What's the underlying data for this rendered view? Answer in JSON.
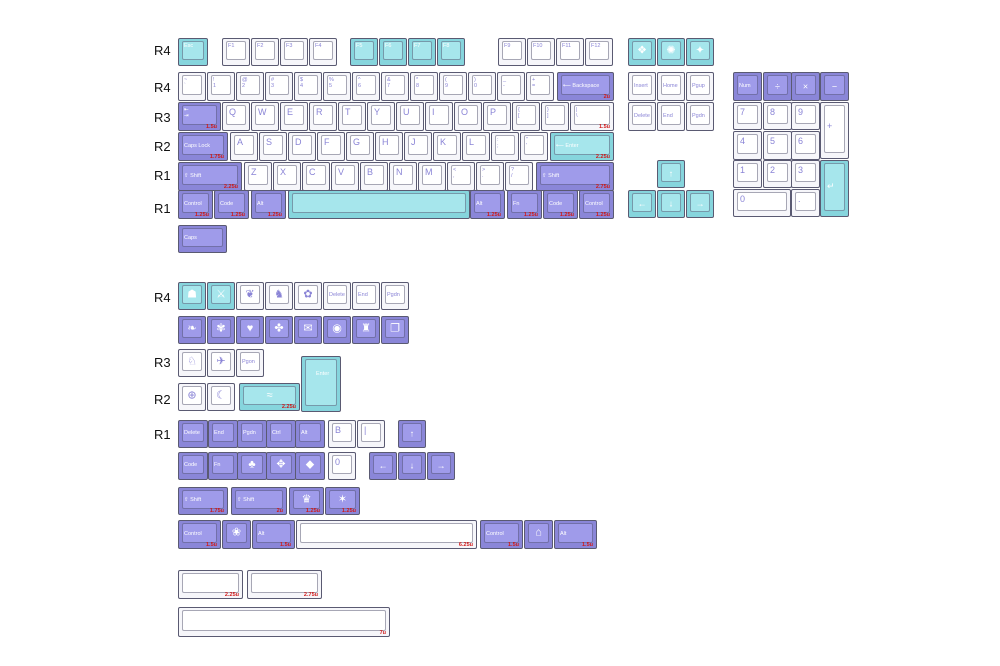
{
  "row_labels": {
    "top": [
      "R4",
      "R4",
      "R3",
      "R2",
      "R1",
      "R1"
    ],
    "bottom": [
      "R4",
      "R3",
      "R2",
      "R1"
    ]
  },
  "keys": {
    "esc": "Esc",
    "f1": "F1",
    "f2": "F2",
    "f3": "F3",
    "f4": "F4",
    "f5": "F5",
    "f6": "F6",
    "f7": "F7",
    "f8": "F8",
    "f9": "F9",
    "f10": "F10",
    "f11": "F11",
    "f12": "F12",
    "tilde": "~\n`",
    "n1": "!\n1",
    "n2": "@\n2",
    "n3": "#\n3",
    "n4": "$\n4",
    "n5": "%\n5",
    "n6": "^\n6",
    "n7": "&\n7",
    "n8": "*\n8",
    "n9": "(\n9",
    "n0": ")\n0",
    "minus": "_\n-",
    "equal": "+\n=",
    "backspace": "⟵ Backspace",
    "insert": "Insert",
    "home": "Home",
    "pgup": "Pgup",
    "delete": "Delete",
    "end": "End",
    "pgdn": "Pgdn",
    "num": "Num",
    "kp_div": "÷",
    "kp_mul": "×",
    "kp_minus": "−",
    "tab": "⇤\n⇥",
    "q": "Q",
    "w": "W",
    "e": "E",
    "r": "R",
    "t": "T",
    "y": "Y",
    "u": "U",
    "i": "I",
    "o": "O",
    "p": "P",
    "lbracket": "{\n[",
    "rbracket": "}\n]",
    "backslash": "|\n\\",
    "kp7": "7",
    "kp8": "8",
    "kp9": "9",
    "kp_plus": "+",
    "capslock": "Caps Lock",
    "a": "A",
    "s": "S",
    "d": "D",
    "f": "F",
    "g": "G",
    "h": "H",
    "j": "J",
    "k": "K",
    "l": "L",
    "semicolon": ":\n;",
    "quote": "\"\n'",
    "enter": "⟵ Enter",
    "kp4": "4",
    "kp5": "5",
    "kp6": "6",
    "lshift": "⇧ Shift",
    "z": "Z",
    "x": "X",
    "c": "C",
    "v": "V",
    "b": "B",
    "n": "N",
    "m": "M",
    "comma": "<\n,",
    "period": ">\n.",
    "slash": "?\n/",
    "rshift": "⇧ Shift",
    "up": "↑",
    "kp1": "1",
    "kp2": "2",
    "kp3": "3",
    "kp_enter": "↵",
    "control": "Control",
    "code": "Code",
    "alt": "Alt",
    "fn": "Fn",
    "left": "←",
    "down": "↓",
    "right": "→",
    "kp0": "0",
    "kp_dot": ".",
    "caps": "Caps",
    "x_delete": "Delete",
    "x_end": "End",
    "x_pgdn": "Pgdn",
    "x_pgon": "Pgon",
    "x_enter": "Enter",
    "x_delete2": "Delete",
    "x_end2": "End",
    "x_pgdn2": "Pgdn",
    "x_ctrl": "Ctrl",
    "x_alt": "Alt",
    "x_b": "B",
    "x_pipe": "|",
    "x_up": "↑",
    "x_code": "Code",
    "x_fn": "Fn",
    "x_zero": "0",
    "x_left": "←",
    "x_down": "↓",
    "x_right": "→",
    "x_shift1": "⇧ Shift",
    "x_shift2": "⇧ Shift",
    "x_control1": "Control",
    "x_alt1": "Alt",
    "x_control2": "Control",
    "x_alt2": "Alt"
  },
  "sizes": {
    "s2u": "2u",
    "s15": "1.5u",
    "s175": "1.75u",
    "s225": "2.25u",
    "s275": "2.75u",
    "s125": "1.25u",
    "s625": "6.25u",
    "s7": "7u"
  },
  "colors": {
    "purple": "#9f9bea",
    "cyan": "#a6e6ec",
    "white": "#ffffff",
    "legend": "#8a84d6",
    "size_mark": "#d01818"
  }
}
